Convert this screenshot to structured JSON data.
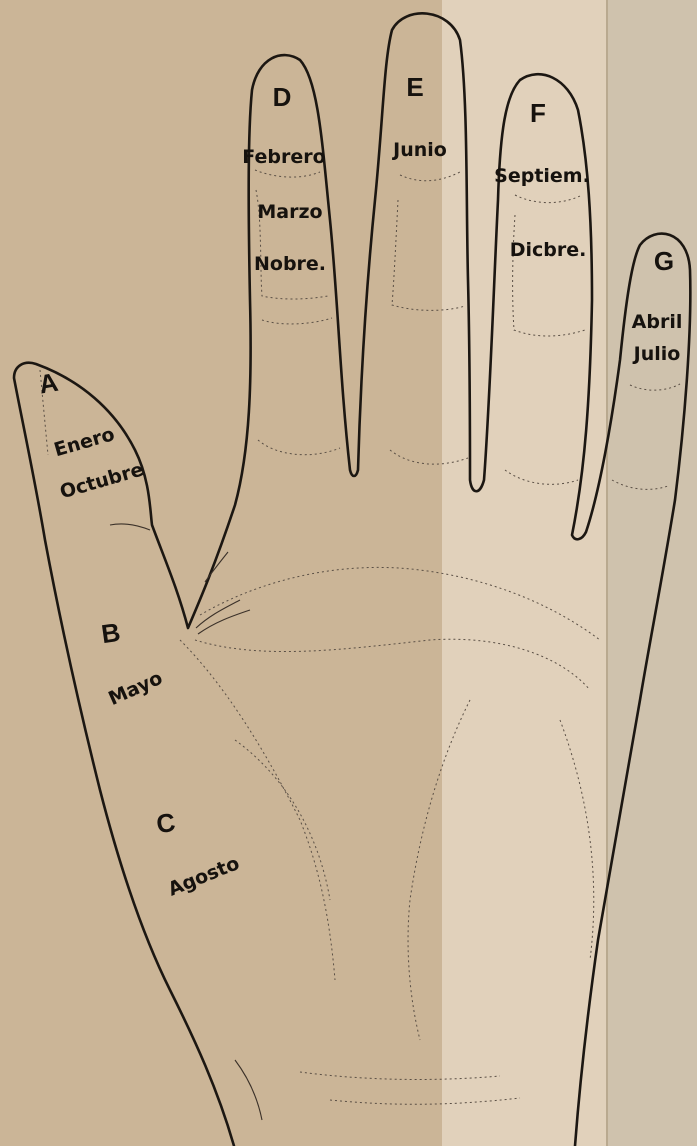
{
  "palette": {
    "paper_left": "#cbb597",
    "paper_right": "#e1d1bb",
    "ink": "#1c1712"
  },
  "labels": {
    "finger_a": {
      "letter": "A",
      "months": [
        "Enero",
        "Octubre"
      ]
    },
    "finger_d": {
      "letter": "D",
      "months": [
        "Febrero",
        "Marzo",
        "Nobre."
      ]
    },
    "finger_e": {
      "letter": "E",
      "months": [
        "Junio"
      ]
    },
    "finger_f": {
      "letter": "F",
      "months": [
        "Septiem.",
        "Dicbre."
      ]
    },
    "finger_g": {
      "letter": "G",
      "months": [
        "Abril",
        "Julio"
      ]
    },
    "palm_b": {
      "letter": "B",
      "months": [
        "Mayo"
      ]
    },
    "palm_c": {
      "letter": "C",
      "months": [
        "Agosto"
      ]
    }
  }
}
